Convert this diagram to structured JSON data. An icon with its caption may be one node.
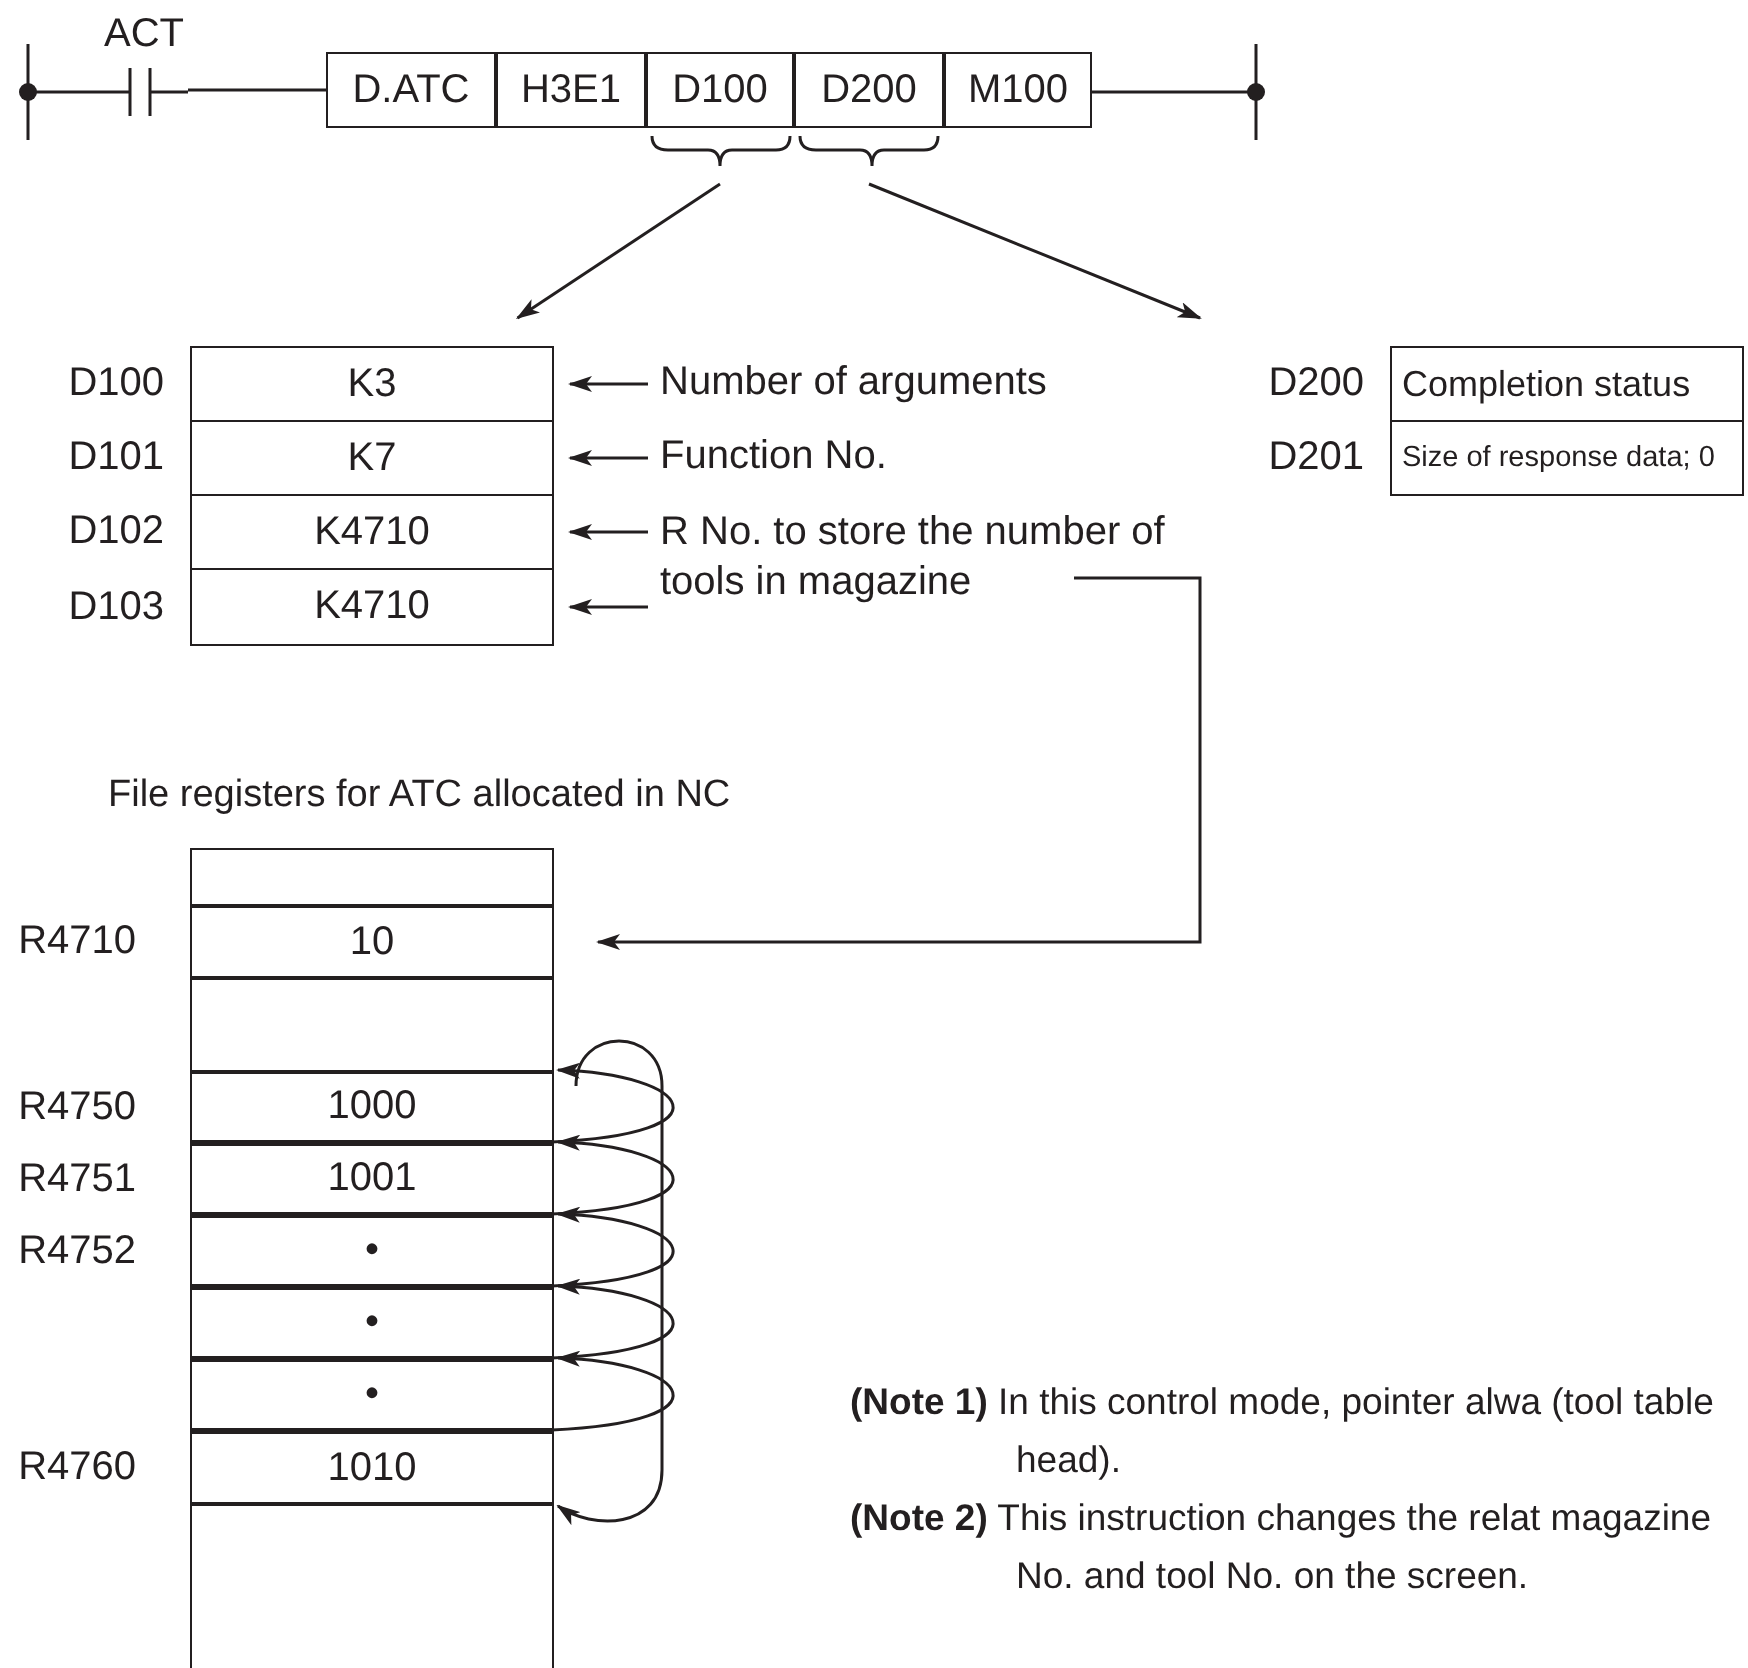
{
  "diagram": {
    "nodes": [
      {
        "text": [
          "ACT"
        ]
      },
      {
        "text": [
          "D.ATC"
        ]
      },
      {
        "text": [
          "H3E1"
        ]
      },
      {
        "text": [
          "D100"
        ]
      },
      {
        "text": [
          "D200"
        ]
      },
      {
        "text": [
          "M100"
        ]
      },
      {
        "text": [
          "K3"
        ],
        "beside": [
          "D100"
        ]
      },
      {
        "text": [
          "K7"
        ],
        "beside": [
          "D101"
        ]
      },
      {
        "text": [
          "K4710"
        ],
        "beside": [
          "D102"
        ]
      },
      {
        "text": [
          "K4710"
        ],
        "beside": [
          "D103"
        ]
      },
      {
        "text": [
          "Number of arguments"
        ]
      },
      {
        "text": [
          "Function No."
        ]
      },
      {
        "text": [
          "R No. to store the number of tools in magazine"
        ]
      },
      {
        "text": [
          "Completion status"
        ],
        "beside": [
          "D200"
        ]
      },
      {
        "text": [
          "Size of response data; 0"
        ],
        "beside": [
          "D201"
        ]
      },
      {
        "text": [
          "File registers for ATC allocated in NC"
        ]
      },
      {
        "text": [
          "10"
        ],
        "beside": [
          "R4710"
        ],
        "in": 15
      },
      {
        "text": [
          "1000"
        ],
        "beside": [
          "R4750"
        ],
        "in": 15
      },
      {
        "text": [
          "1001"
        ],
        "beside": [
          "R4751"
        ],
        "in": 15
      },
      {
        "text": [
          "•"
        ],
        "beside": [
          "R4752"
        ],
        "in": 15
      },
      {
        "text": [
          "•"
        ],
        "in": 15
      },
      {
        "text": [
          "•"
        ],
        "in": 15
      },
      {
        "text": [
          "1010"
        ],
        "beside": [
          "R4760"
        ],
        "in": 15
      }
    ],
    "edges": [
      {
        "from": 0,
        "to": 1,
        "arrow": "none"
      },
      {
        "from": 3,
        "to": 6,
        "arrow": "to"
      },
      {
        "from": 4,
        "to": 13,
        "arrow": "to"
      },
      {
        "from": 10,
        "to": 6,
        "arrow": "to"
      },
      {
        "from": 11,
        "to": 7,
        "arrow": "to"
      },
      {
        "from": 12,
        "to": 8,
        "arrow": "to"
      },
      {
        "from": 12,
        "to": 9,
        "arrow": "to"
      },
      {
        "from": 12,
        "to": 16,
        "arrow": "to"
      },
      {
        "from": 18,
        "to": 17,
        "arrow": "to"
      },
      {
        "from": 19,
        "to": 18,
        "arrow": "to"
      },
      {
        "from": 20,
        "to": 19,
        "arrow": "to"
      },
      {
        "from": 21,
        "to": 20,
        "arrow": "to"
      },
      {
        "from": 22,
        "to": 21,
        "arrow": "to"
      },
      {
        "from": 17,
        "to": 22,
        "arrow": "to"
      }
    ],
    "labels": [
      "**(Note 1)** In this control mode, pointer alwa (tool table head).",
      "**(Note 2)** This instruction changes the relat magazine No. and tool No. on the screen."
    ]
  }
}
